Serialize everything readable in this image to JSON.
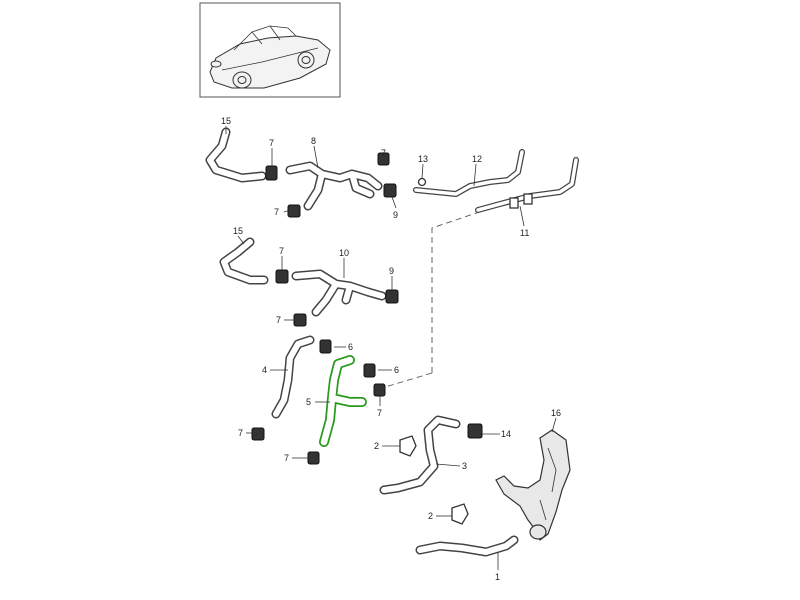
{
  "callouts": {
    "c15a": "15",
    "c7a": "7",
    "c8": "8",
    "c7b": "7",
    "c13": "13",
    "c12": "12",
    "c9a": "9",
    "c7c": "7",
    "c11": "11",
    "c15b": "15",
    "c7d": "7",
    "c10": "10",
    "c9b": "9",
    "c7e": "7",
    "c4": "4",
    "c6a": "6",
    "c6b": "6",
    "c5": "5",
    "c7f": "7",
    "c7g": "7",
    "c7h": "7",
    "c16": "16",
    "c2a": "2",
    "c14": "14",
    "c3": "3",
    "c2b": "2",
    "c1": "1"
  },
  "colors": {
    "highlight": "#2a9a1f",
    "line": "#444444"
  }
}
